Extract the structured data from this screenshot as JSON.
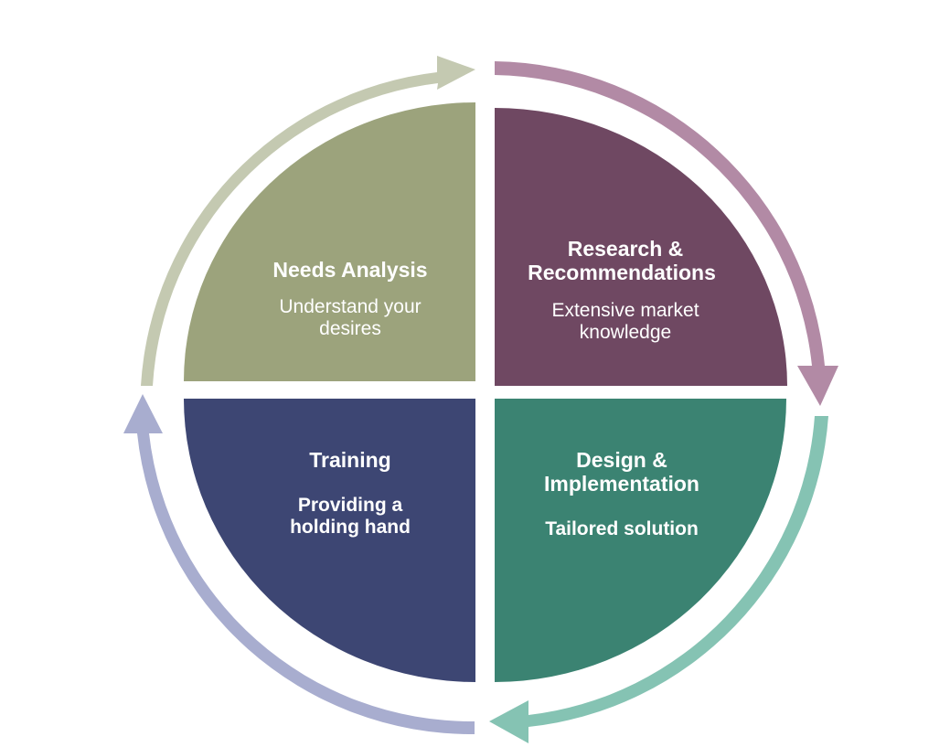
{
  "quadrants": {
    "needs": {
      "title": "Needs Analysis",
      "subtitle_line1": "Understand your",
      "subtitle_line2": "desires",
      "color": "#9ca37c"
    },
    "research": {
      "title_line1": "Research &",
      "title_line2": "Recommendations",
      "subtitle_line1": "Extensive market",
      "subtitle_line2": "knowledge",
      "color": "#6f4862"
    },
    "design": {
      "title_line1": "Design &",
      "title_line2": "Implementation",
      "subtitle": "Tailored solution",
      "color": "#3b8372"
    },
    "training": {
      "title": "Training",
      "subtitle_line1": "Providing a",
      "subtitle_line2": "holding hand",
      "color": "#3d4673"
    }
  },
  "arrows": {
    "top_left": "#c4c9b1",
    "top_right": "#b28aa5",
    "bottom_right": "#85c3b3",
    "bottom_left": "#a8adcf"
  }
}
